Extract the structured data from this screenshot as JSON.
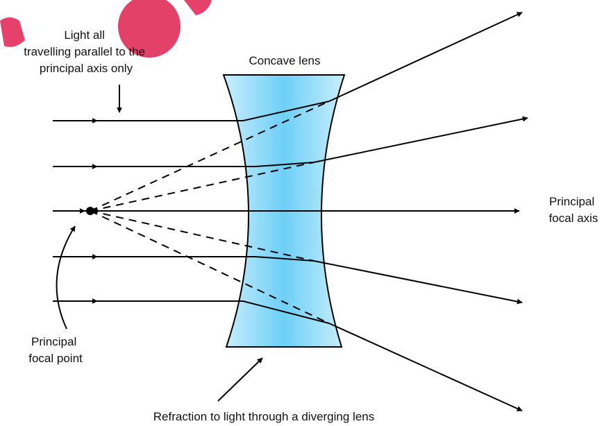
{
  "diagram": {
    "lens_label": "Concave lens",
    "incoming_label": [
      "Light all",
      "travelling parallel to the",
      "principal axis only"
    ],
    "axis_label": [
      "Principal",
      "focal axis"
    ],
    "focal_point_label": [
      "Principal",
      "focal point"
    ],
    "caption": "Refraction to light through a diverging lens",
    "lens_color": "#6ecff7",
    "lens_edge_color": "#c9eefc",
    "ray_color": "#000000"
  }
}
